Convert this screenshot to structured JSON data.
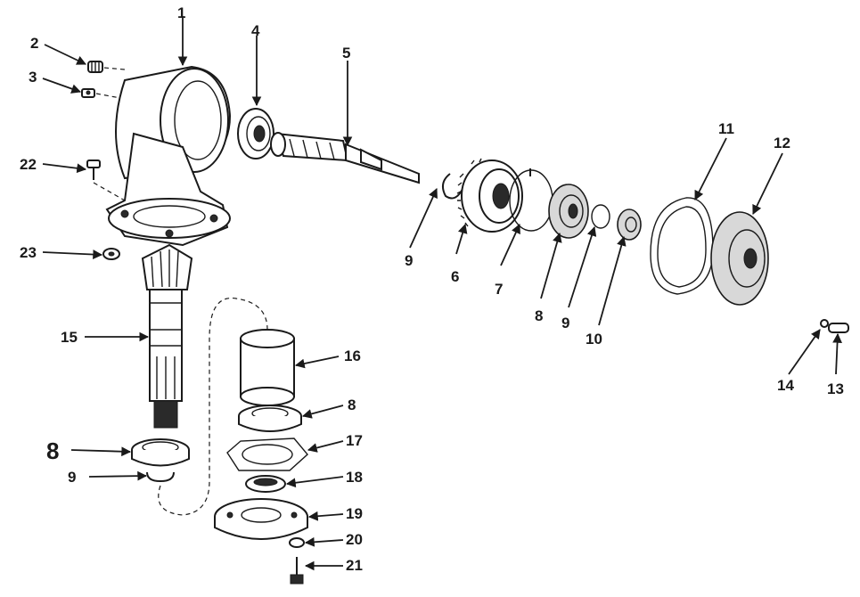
{
  "callouts": [
    {
      "id": "1",
      "text": "1"
    },
    {
      "id": "2",
      "text": "2"
    },
    {
      "id": "3",
      "text": "3"
    },
    {
      "id": "4",
      "text": "4"
    },
    {
      "id": "5",
      "text": "5"
    },
    {
      "id": "6",
      "text": "6"
    },
    {
      "id": "7",
      "text": "7"
    },
    {
      "id": "8a",
      "text": "8"
    },
    {
      "id": "8b",
      "text": "8"
    },
    {
      "id": "8c",
      "text": "8"
    },
    {
      "id": "9a",
      "text": "9"
    },
    {
      "id": "9b",
      "text": "9"
    },
    {
      "id": "9c",
      "text": "9"
    },
    {
      "id": "10",
      "text": "10"
    },
    {
      "id": "11",
      "text": "11"
    },
    {
      "id": "12",
      "text": "12"
    },
    {
      "id": "13",
      "text": "13"
    },
    {
      "id": "14",
      "text": "14"
    },
    {
      "id": "15",
      "text": "15"
    },
    {
      "id": "16",
      "text": "16"
    },
    {
      "id": "17",
      "text": "17"
    },
    {
      "id": "18",
      "text": "18"
    },
    {
      "id": "19",
      "text": "19"
    },
    {
      "id": "20",
      "text": "20"
    },
    {
      "id": "21",
      "text": "21"
    },
    {
      "id": "22",
      "text": "22"
    },
    {
      "id": "23",
      "text": "23"
    }
  ]
}
